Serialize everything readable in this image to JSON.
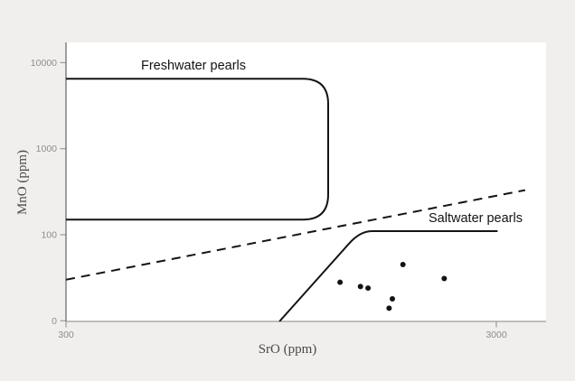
{
  "figure": {
    "background_color": "#f0efee",
    "plot_background_color": "#ffffff",
    "line_color": "#141414",
    "axis_color": "#9b9b9b",
    "tick_label_color": "#8d8d8d",
    "axis_title_color": "#4a4a4a"
  },
  "chart_data": {
    "type": "scatter",
    "title": "",
    "xlabel": "SrO (ppm)",
    "ylabel": "MnO (ppm)",
    "x_scale": "log",
    "y_scale": "log",
    "x_range": [
      300,
      3900
    ],
    "y_range": [
      10,
      17000
    ],
    "grid": false,
    "x_ticks": [
      {
        "label": "300",
        "value": 300
      },
      {
        "label": "3000",
        "value": 3000
      }
    ],
    "y_ticks": [
      {
        "label": "10000",
        "value": 10000
      },
      {
        "label": "1000",
        "value": 1000
      },
      {
        "label": "100",
        "value": 100
      },
      {
        "label": "0",
        "value": 10
      }
    ],
    "regions": [
      {
        "label": "Freshwater pearls",
        "shape": "rounded-rectangle-open-left",
        "sro_min": 300,
        "sro_max": 1220,
        "mno_min": 150,
        "mno_max": 6500
      },
      {
        "label": "Saltwater pearls",
        "shape": "diagonal-rise-to-flat-top",
        "diag_base_sro": 940,
        "diag_base_mno": 10,
        "mno_top": 110,
        "sro_flat_start": 1550,
        "sro_flat_end": 3020
      }
    ],
    "divider": {
      "style": "dashed",
      "from": {
        "sro": 300,
        "mno": 30
      },
      "to": {
        "sro": 3500,
        "mno": 330
      }
    },
    "points": [
      {
        "sro": 1300,
        "mno": 28
      },
      {
        "sro": 1450,
        "mno": 25
      },
      {
        "sro": 1510,
        "mno": 24
      },
      {
        "sro": 1820,
        "mno": 45
      },
      {
        "sro": 1720,
        "mno": 18
      },
      {
        "sro": 1690,
        "mno": 14
      },
      {
        "sro": 2270,
        "mno": 31
      }
    ]
  }
}
